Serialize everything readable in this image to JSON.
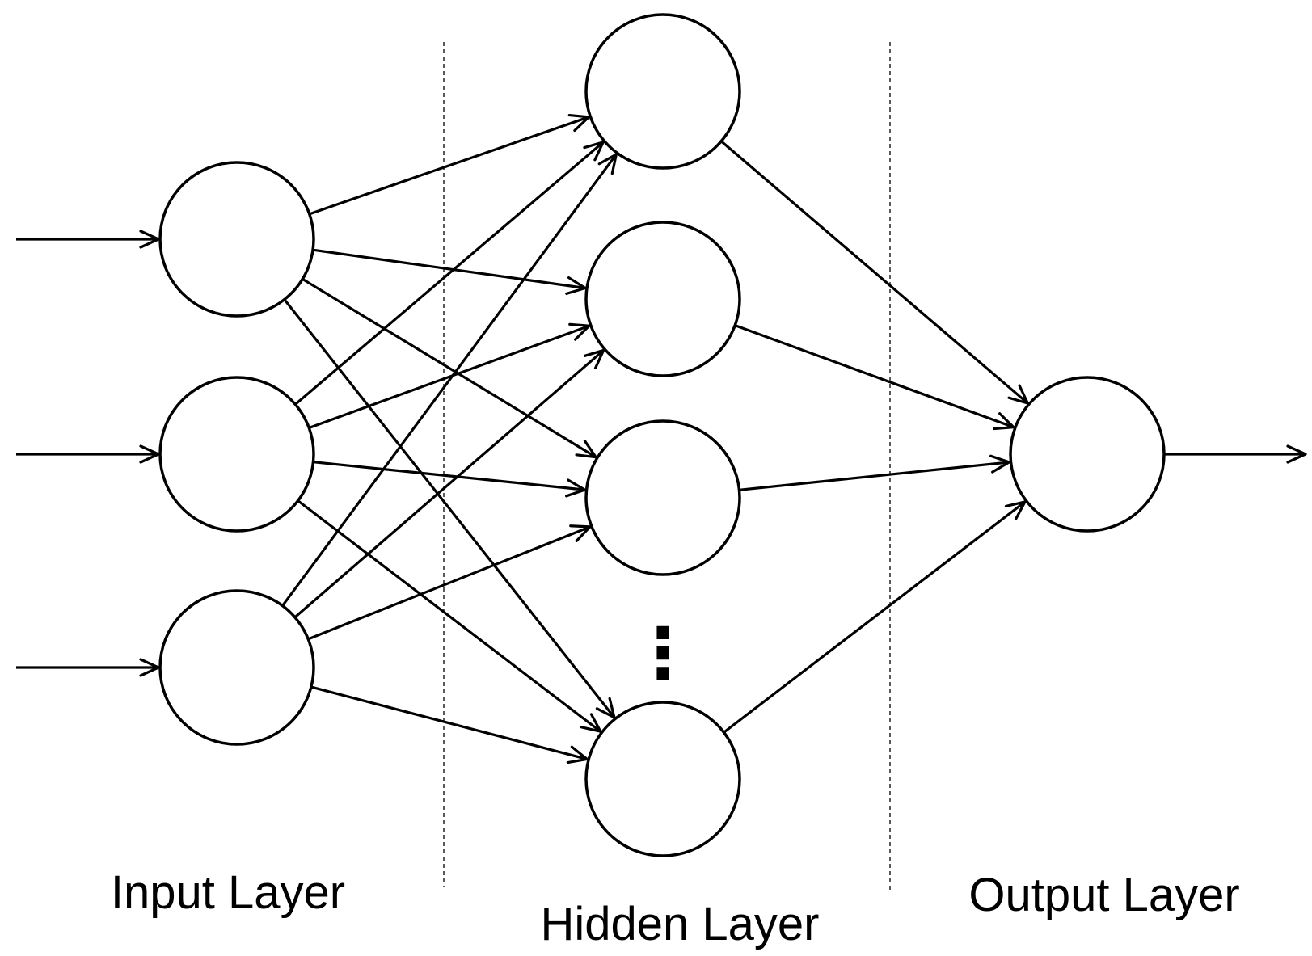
{
  "labels": {
    "input": "Input Layer",
    "hidden": "Hidden Layer",
    "output": "Output Layer",
    "ellipsis": "⋮"
  },
  "network": {
    "input_neurons": 3,
    "hidden_neurons": 4,
    "output_neurons": 1,
    "hidden_ellipsis_between": [
      3,
      4
    ]
  },
  "colors": {
    "stroke": "#000000",
    "background": "#ffffff"
  }
}
